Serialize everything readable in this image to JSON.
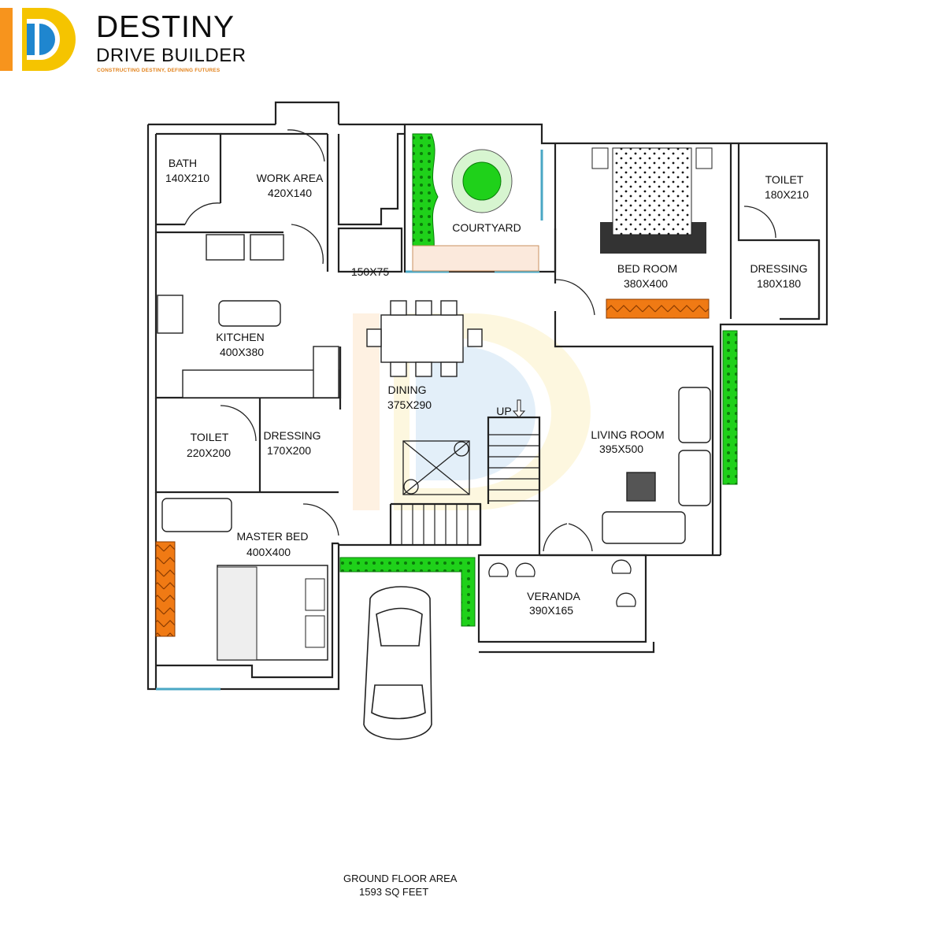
{
  "brand": {
    "name_line1": "DESTINY",
    "name_line2": "DRIVE BUILDER",
    "tagline": "CONSTRUCTING DESTINY, DEFINING FUTURES",
    "colors": {
      "orange": "#f7941d",
      "yellow": "#f5c400",
      "blue": "#1f86cf"
    }
  },
  "rooms": [
    {
      "name": "BATH",
      "size": "140X210"
    },
    {
      "name": "WORK AREA",
      "size": "420X140"
    },
    {
      "name": "",
      "size": "150X75"
    },
    {
      "name": "COURTYARD",
      "size": ""
    },
    {
      "name": "BED ROOM",
      "size": "380X400"
    },
    {
      "name": "TOILET",
      "size": "180X210"
    },
    {
      "name": "DRESSING",
      "size": "180X180"
    },
    {
      "name": "KITCHEN",
      "size": "400X380"
    },
    {
      "name": "DINING",
      "size": "375X290"
    },
    {
      "name": "LIVING ROOM",
      "size": "395X500"
    },
    {
      "name": "TOILET",
      "size": "220X200"
    },
    {
      "name": "DRESSING",
      "size": "170X200"
    },
    {
      "name": "MASTER BED",
      "size": "400X400"
    },
    {
      "name": "VERANDA",
      "size": "390X165"
    }
  ],
  "stair_label": "UP",
  "footer": {
    "line1": "GROUND FLOOR AREA",
    "line2": "1593 SQ FEET"
  },
  "colors": {
    "planting": "#1fd11a",
    "bed_cushion": "#f07a14",
    "wall": "#222222"
  }
}
